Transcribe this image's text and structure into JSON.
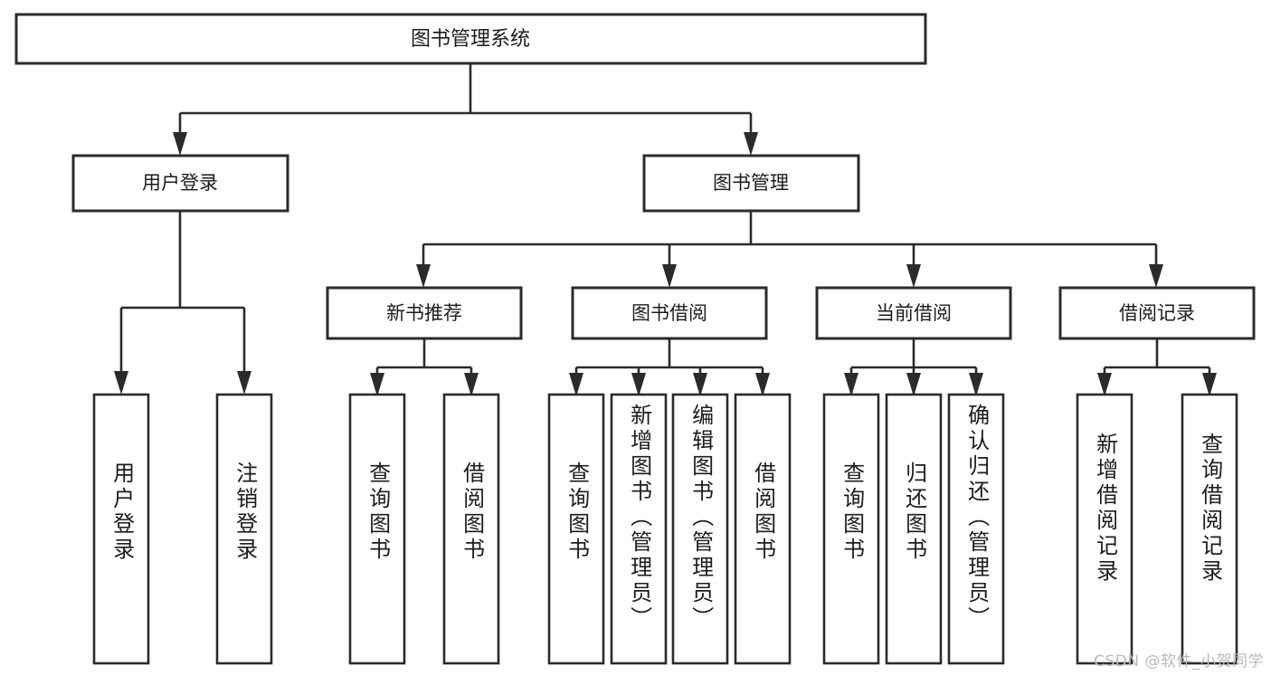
{
  "diagram": {
    "type": "tree",
    "title": "图书管理系统",
    "orientation": "top-down",
    "colors": {
      "box_stroke": "#2b2b2b",
      "box_fill": "#ffffff",
      "text": "#1c1c1c",
      "background": "#ffffff",
      "watermark": "#b9b9b9"
    }
  },
  "root": {
    "label": "图书管理系统"
  },
  "level1": [
    {
      "id": "user-login",
      "label": "用户登录"
    },
    {
      "id": "book-management",
      "label": "图书管理"
    }
  ],
  "level2": [
    {
      "id": "new-book-recommend",
      "label": "新书推荐",
      "parent": "book-management"
    },
    {
      "id": "book-borrow",
      "label": "图书借阅",
      "parent": "book-management"
    },
    {
      "id": "current-borrow",
      "label": "当前借阅",
      "parent": "book-management"
    },
    {
      "id": "borrow-record",
      "label": "借阅记录",
      "parent": "book-management"
    }
  ],
  "leaves": {
    "user_login": [
      {
        "id": "leaf-user-login",
        "label": "用户登录"
      },
      {
        "id": "leaf-logout",
        "label": "注销登录"
      }
    ],
    "new_book_recommend": [
      {
        "id": "leaf-query-book-1",
        "label": "查询图书"
      },
      {
        "id": "leaf-borrow-book-1",
        "label": "借阅图书"
      }
    ],
    "book_borrow": [
      {
        "id": "leaf-query-book-2",
        "label": "查询图书"
      },
      {
        "id": "leaf-add-book",
        "label": "新增图书（管理员）"
      },
      {
        "id": "leaf-edit-book",
        "label": "编辑图书（管理员）"
      },
      {
        "id": "leaf-borrow-book-2",
        "label": "借阅图书"
      }
    ],
    "current_borrow": [
      {
        "id": "leaf-query-book-3",
        "label": "查询图书"
      },
      {
        "id": "leaf-return-book",
        "label": "归还图书"
      },
      {
        "id": "leaf-confirm-return",
        "label": "确认归还（管理员）"
      }
    ],
    "borrow_record": [
      {
        "id": "leaf-add-record",
        "label": "新增借阅记录"
      },
      {
        "id": "leaf-query-record",
        "label": "查询借阅记录"
      }
    ]
  },
  "watermark": {
    "text": "CSDN @软件_小贺同学"
  }
}
